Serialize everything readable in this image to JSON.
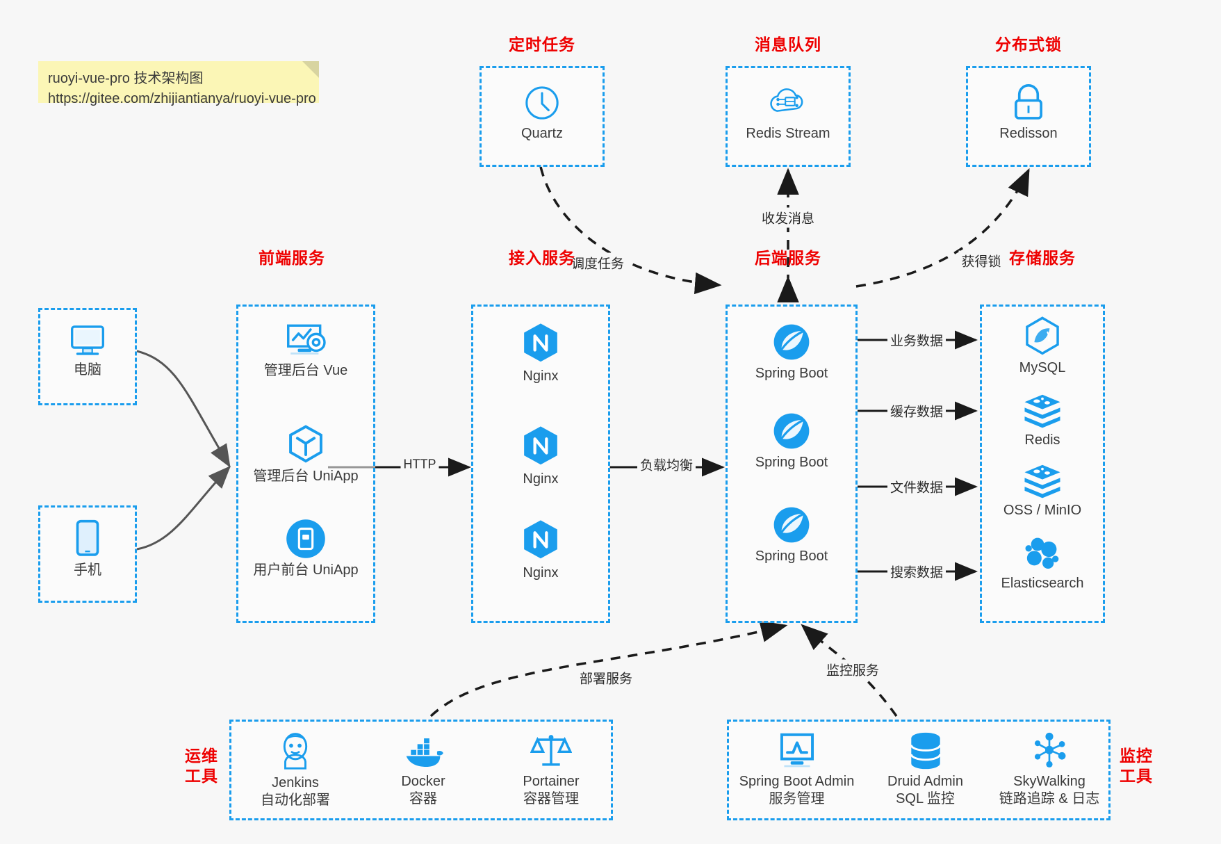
{
  "note": {
    "line1": "ruoyi-vue-pro 技术架构图",
    "line2": "https://gitee.com/zhijiantianya/ruoyi-vue-pro"
  },
  "colors": {
    "accent_blue": "#1a9ded",
    "icon_blue": "#1a9ded",
    "title_red": "#ee0000",
    "background": "#f7f7f7",
    "note_yellow": "#fbf6b6",
    "arrow_gray": "#4d4d4d",
    "arrow_black": "#1a1a1a"
  },
  "groups": {
    "scheduled_task": {
      "title": "定时任务",
      "nodes": [
        {
          "label": "Quartz",
          "icon": "clock-icon"
        }
      ]
    },
    "message_queue": {
      "title": "消息队列",
      "nodes": [
        {
          "label": "Redis Stream",
          "icon": "cloud-stream-icon"
        }
      ]
    },
    "distributed_lock": {
      "title": "分布式锁",
      "nodes": [
        {
          "label": "Redisson",
          "icon": "lock-icon"
        }
      ]
    },
    "clients": {
      "nodes": [
        {
          "label": "电脑",
          "icon": "desktop-icon"
        },
        {
          "label": "手机",
          "icon": "mobile-icon"
        }
      ]
    },
    "frontend": {
      "title": "前端服务",
      "nodes": [
        {
          "label": "管理后台 Vue",
          "icon": "dashboard-gear-icon"
        },
        {
          "label": "管理后台 UniApp",
          "icon": "cube-icon"
        },
        {
          "label": "用户前台 UniApp",
          "icon": "app-window-icon"
        }
      ]
    },
    "gateway": {
      "title": "接入服务",
      "nodes": [
        {
          "label": "Nginx",
          "icon": "nginx-icon"
        },
        {
          "label": "Nginx",
          "icon": "nginx-icon"
        },
        {
          "label": "Nginx",
          "icon": "nginx-icon"
        }
      ]
    },
    "backend": {
      "title": "后端服务",
      "nodes": [
        {
          "label": "Spring Boot",
          "icon": "spring-boot-icon"
        },
        {
          "label": "Spring Boot",
          "icon": "spring-boot-icon"
        },
        {
          "label": "Spring Boot",
          "icon": "spring-boot-icon"
        }
      ]
    },
    "storage": {
      "title": "存储服务",
      "nodes": [
        {
          "label": "MySQL",
          "icon": "mysql-icon"
        },
        {
          "label": "Redis",
          "icon": "redis-icon"
        },
        {
          "label": "OSS / MinIO",
          "icon": "redis-icon"
        },
        {
          "label": "Elasticsearch",
          "icon": "elasticsearch-icon"
        }
      ]
    },
    "devops": {
      "title_line1": "运维",
      "title_line2": "工具",
      "nodes": [
        {
          "label": "Jenkins",
          "sublabel": "自动化部署",
          "icon": "jenkins-icon"
        },
        {
          "label": "Docker",
          "sublabel": "容器",
          "icon": "docker-icon"
        },
        {
          "label": "Portainer",
          "sublabel": "容器管理",
          "icon": "scales-icon"
        }
      ]
    },
    "monitor": {
      "title_line1": "监控",
      "title_line2": "工具",
      "nodes": [
        {
          "label": "Spring Boot Admin",
          "sublabel": "服务管理",
          "icon": "monitor-chart-icon"
        },
        {
          "label": "Druid Admin",
          "sublabel": "SQL 监控",
          "icon": "database-icon"
        },
        {
          "label": "SkyWalking",
          "sublabel": "链路追踪 & 日志",
          "icon": "skywalking-icon"
        }
      ]
    }
  },
  "edges": [
    {
      "id": "http",
      "label": "HTTP"
    },
    {
      "id": "load-balance",
      "label": "负载均衡"
    },
    {
      "id": "schedule",
      "label": "调度任务"
    },
    {
      "id": "mq",
      "label": "收发消息"
    },
    {
      "id": "lock",
      "label": "获得锁"
    },
    {
      "id": "biz-data",
      "label": "业务数据"
    },
    {
      "id": "cache-data",
      "label": "缓存数据"
    },
    {
      "id": "file-data",
      "label": "文件数据"
    },
    {
      "id": "search-data",
      "label": "搜索数据"
    },
    {
      "id": "deploy",
      "label": "部署服务"
    },
    {
      "id": "monitoring",
      "label": "监控服务"
    }
  ]
}
